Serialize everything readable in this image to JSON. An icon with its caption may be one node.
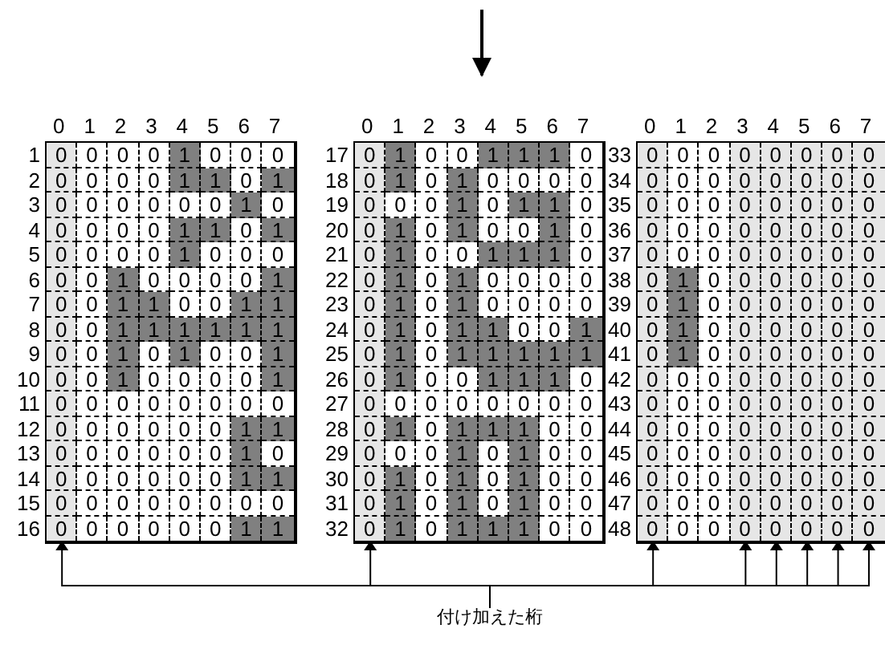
{
  "diagram": {
    "nodes": [
      {
        "text": [],
        "shape": "bar"
      },
      {
        "text": [],
        "shape": "bar"
      },
      {
        "text": [],
        "shape": "bar"
      },
      {
        "text": [],
        "shape": "bar"
      },
      {
        "text": [],
        "shape": "bar"
      },
      {
        "text": [],
        "shape": "bar"
      },
      {
        "text": [],
        "shape": "bar"
      },
      {
        "text": [],
        "shape": "bar"
      },
      {
        "text": [
          "付け加えた桁"
        ]
      }
    ],
    "edges": [
      {
        "from": 8,
        "to": 0,
        "arrow": "to"
      },
      {
        "from": 8,
        "to": 1,
        "arrow": "to"
      },
      {
        "from": 8,
        "to": 2,
        "arrow": "to"
      },
      {
        "from": 8,
        "to": 3,
        "arrow": "to"
      },
      {
        "from": 8,
        "to": 4,
        "arrow": "to"
      },
      {
        "from": 8,
        "to": 5,
        "arrow": "to"
      },
      {
        "from": 8,
        "to": 6,
        "arrow": "to"
      },
      {
        "from": 8,
        "to": 7,
        "arrow": "to"
      }
    ],
    "labels": [
      "0",
      "1",
      "2",
      "3",
      "4",
      "5",
      "6",
      "7",
      "1",
      "0",
      "0",
      "0",
      "0",
      "1",
      "0",
      "0",
      "0",
      "2",
      "0",
      "0",
      "0",
      "0",
      "1",
      "1",
      "0",
      "1",
      "3",
      "0",
      "0",
      "0",
      "0",
      "0",
      "0",
      "1",
      "0",
      "4",
      "0",
      "0",
      "0",
      "0",
      "1",
      "1",
      "0",
      "1",
      "5",
      "0",
      "0",
      "0",
      "0",
      "1",
      "0",
      "0",
      "0",
      "6",
      "0",
      "0",
      "1",
      "0",
      "0",
      "0",
      "0",
      "1",
      "7",
      "0",
      "0",
      "1",
      "1",
      "0",
      "0",
      "1",
      "1",
      "8",
      "0",
      "0",
      "1",
      "1",
      "1",
      "1",
      "1",
      "1",
      "9",
      "0",
      "0",
      "1",
      "0",
      "1",
      "0",
      "0",
      "1",
      "10",
      "0",
      "0",
      "1",
      "0",
      "0",
      "0",
      "0",
      "1",
      "11",
      "0",
      "0",
      "0",
      "0",
      "0",
      "0",
      "0",
      "0",
      "12",
      "0",
      "0",
      "0",
      "0",
      "0",
      "0",
      "1",
      "1",
      "13",
      "0",
      "0",
      "0",
      "0",
      "0",
      "0",
      "1",
      "0",
      "14",
      "0",
      "0",
      "0",
      "0",
      "0",
      "0",
      "1",
      "1",
      "15",
      "0",
      "0",
      "0",
      "0",
      "0",
      "0",
      "0",
      "0",
      "16",
      "0",
      "0",
      "0",
      "0",
      "0",
      "0",
      "1",
      "1",
      "0",
      "1",
      "2",
      "3",
      "4",
      "5",
      "6",
      "7",
      "17",
      "0",
      "1",
      "0",
      "0",
      "1",
      "1",
      "1",
      "0",
      "18",
      "0",
      "1",
      "0",
      "1",
      "0",
      "0",
      "0",
      "0",
      "19",
      "0",
      "0",
      "0",
      "1",
      "0",
      "1",
      "1",
      "0",
      "20",
      "0",
      "1",
      "0",
      "1",
      "0",
      "0",
      "1",
      "0",
      "21",
      "0",
      "1",
      "0",
      "0",
      "1",
      "1",
      "1",
      "0",
      "22",
      "0",
      "1",
      "0",
      "1",
      "0",
      "0",
      "0",
      "0",
      "23",
      "0",
      "1",
      "0",
      "1",
      "0",
      "0",
      "0",
      "0",
      "24",
      "0",
      "1",
      "0",
      "1",
      "1",
      "0",
      "0",
      "1",
      "25",
      "0",
      "1",
      "0",
      "1",
      "1",
      "1",
      "1",
      "1",
      "26",
      "0",
      "1",
      "0",
      "0",
      "1",
      "1",
      "1",
      "0",
      "27",
      "0",
      "0",
      "0",
      "0",
      "0",
      "0",
      "0",
      "0",
      "28",
      "0",
      "1",
      "0",
      "1",
      "1",
      "1",
      "0",
      "0",
      "29",
      "0",
      "0",
      "0",
      "1",
      "0",
      "1",
      "0",
      "0",
      "30",
      "0",
      "1",
      "0",
      "1",
      "0",
      "1",
      "0",
      "0",
      "31",
      "0",
      "1",
      "0",
      "1",
      "0",
      "1",
      "0",
      "0",
      "32",
      "0",
      "1",
      "0",
      "1",
      "1",
      "1",
      "0",
      "0",
      "0",
      "1",
      "2",
      "3",
      "4",
      "5",
      "6",
      "7",
      "33",
      "0",
      "0",
      "0",
      "0",
      "0",
      "0",
      "0",
      "0",
      "34",
      "0",
      "0",
      "0",
      "0",
      "0",
      "0",
      "0",
      "0",
      "35",
      "0",
      "0",
      "0",
      "0",
      "0",
      "0",
      "0",
      "0",
      "36",
      "0",
      "0",
      "0",
      "0",
      "0",
      "0",
      "0",
      "0",
      "37",
      "0",
      "0",
      "0",
      "0",
      "0",
      "0",
      "0",
      "0",
      "38",
      "0",
      "1",
      "0",
      "0",
      "0",
      "0",
      "0",
      "0",
      "39",
      "0",
      "1",
      "0",
      "0",
      "0",
      "0",
      "0",
      "0",
      "40",
      "0",
      "1",
      "0",
      "0",
      "0",
      "0",
      "0",
      "0",
      "41",
      "0",
      "1",
      "0",
      "0",
      "0",
      "0",
      "0",
      "0",
      "42",
      "0",
      "0",
      "0",
      "0",
      "0",
      "0",
      "0",
      "0",
      "43",
      "0",
      "0",
      "0",
      "0",
      "0",
      "0",
      "0",
      "0",
      "44",
      "0",
      "0",
      "0",
      "0",
      "0",
      "0",
      "0",
      "0",
      "45",
      "0",
      "0",
      "0",
      "0",
      "0",
      "0",
      "0",
      "0",
      "46",
      "0",
      "0",
      "0",
      "0",
      "0",
      "0",
      "0",
      "0",
      "47",
      "0",
      "0",
      "0",
      "0",
      "0",
      "0",
      "0",
      "0",
      "48",
      "0",
      "0",
      "0",
      "0",
      "0",
      "0",
      "0",
      "0"
    ]
  }
}
